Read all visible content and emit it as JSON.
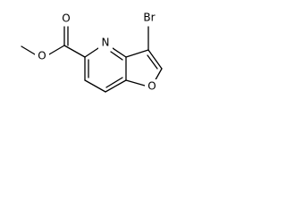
{
  "molecule": {
    "atoms": {
      "bromine": "Br",
      "ring_nitrogen": "N",
      "furan_oxygen": "O",
      "carbonyl_oxygen": "O",
      "ester_oxygen": "O"
    }
  },
  "colors": {
    "bond": "#000000",
    "label": "#000000",
    "background": "#ffffff"
  }
}
